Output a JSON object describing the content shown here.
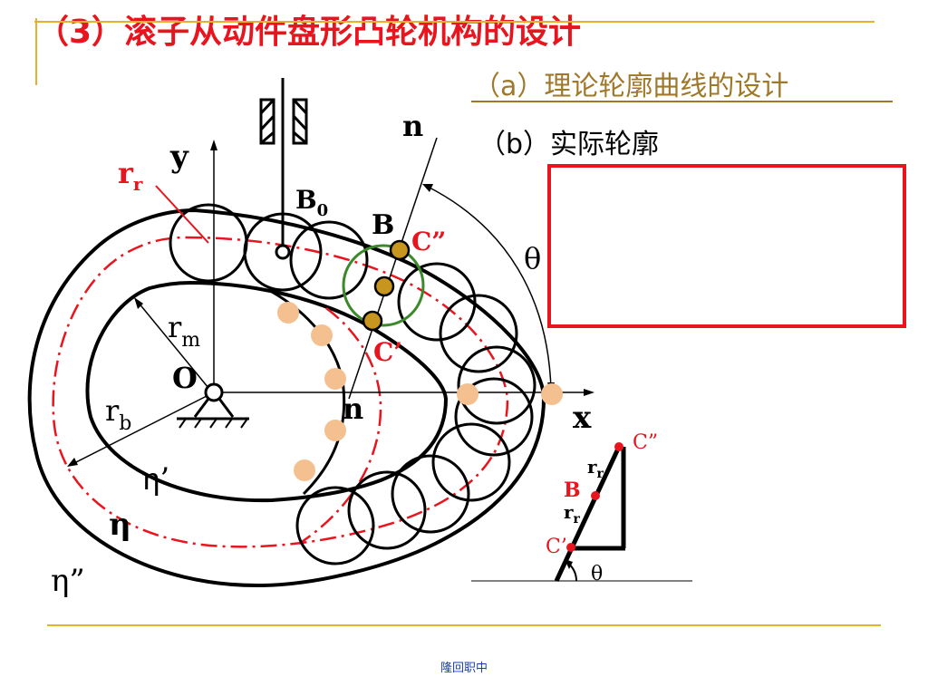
{
  "header": {
    "title": "（3）滚子从动件盘形凸轮机构的设计",
    "subtitle_a": "（a）理论轮廓曲线的设计",
    "subtitle_b": "（b）实际轮廓"
  },
  "labels": {
    "n_top": "n",
    "n_bottom": "n",
    "y": "y",
    "x": "x",
    "O": "O",
    "B": "B",
    "B0": "B",
    "B0_sub": "0",
    "C2": "C”",
    "C1": "C’",
    "theta": "θ",
    "rr": "r",
    "rr_sub": "r",
    "rm": "r",
    "rm_sub": "m",
    "rb": "r",
    "rb_sub": "b",
    "eta1": "η’",
    "eta": "η",
    "eta2": "η”"
  },
  "inset": {
    "C2": "C”",
    "B": "B",
    "C1": "C’",
    "rr_top": "r",
    "rr_top_sub": "r",
    "rr_bottom": "r",
    "rr_bottom_sub": "r",
    "theta": "θ"
  },
  "footer": {
    "text": "隆回职中"
  },
  "colors": {
    "title": "#e8141e",
    "subtitle": "#a0782a",
    "accent_red": "#e8141e",
    "gold_line": "#e8b030",
    "roller_point": "#c8961e",
    "peach_dot": "#f5c090",
    "green_circle": "#3a8a2a",
    "footer": "#1a3fb0"
  }
}
